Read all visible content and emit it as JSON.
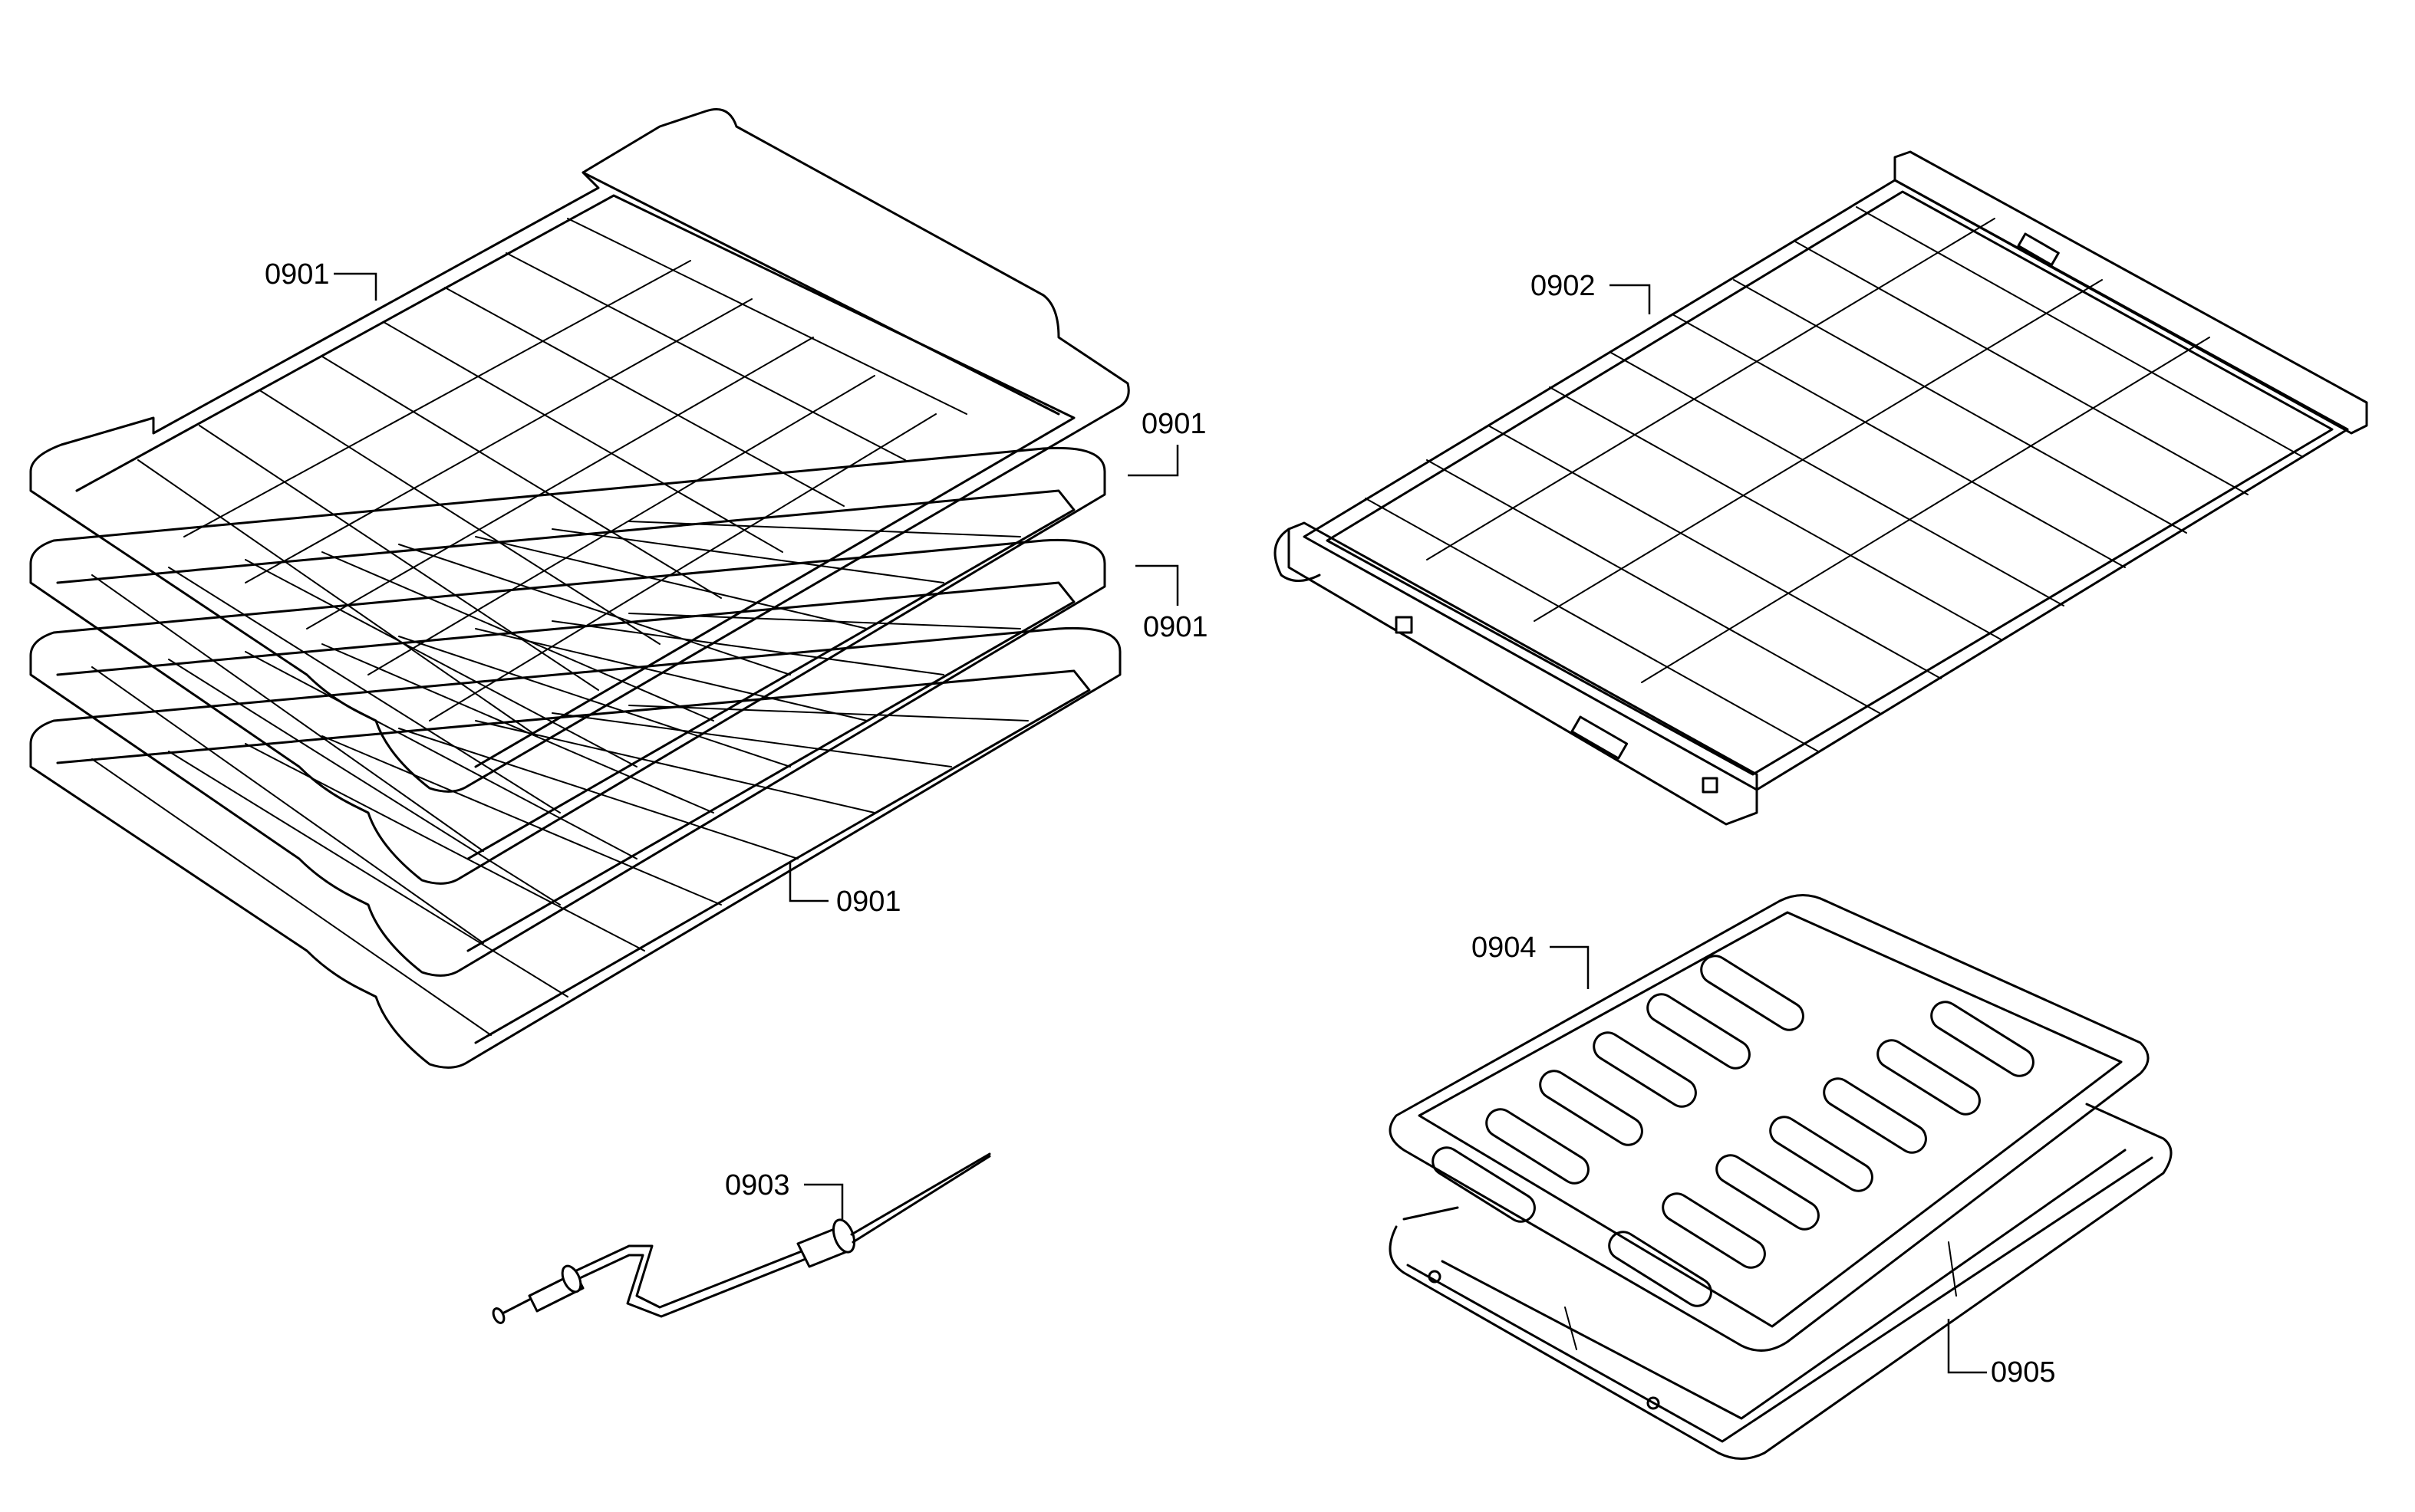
{
  "parts": {
    "rack_top": "0901",
    "rack_2": "0901",
    "rack_3": "0901",
    "rack_bottom": "0901",
    "telescopic_rack": "0902",
    "meat_probe": "0903",
    "broil_pan_insert": "0904",
    "broil_pan": "0905"
  }
}
